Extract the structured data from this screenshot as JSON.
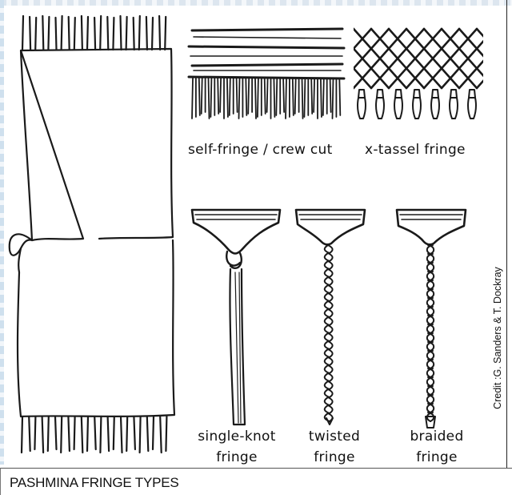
{
  "figure": {
    "labels": {
      "self_fringe": "self-fringe / crew cut",
      "x_tassel": "x-tassel fringe",
      "single_knot_line1": "single-knot",
      "single_knot_line2": "fringe",
      "twisted_line1": "twisted",
      "twisted_line2": "fringe",
      "braided_line1": "braided",
      "braided_line2": "fringe"
    },
    "credit": "Credit :G. Sanders & T. Dockray",
    "caption": "PASHMINA FRINGE TYPES"
  }
}
